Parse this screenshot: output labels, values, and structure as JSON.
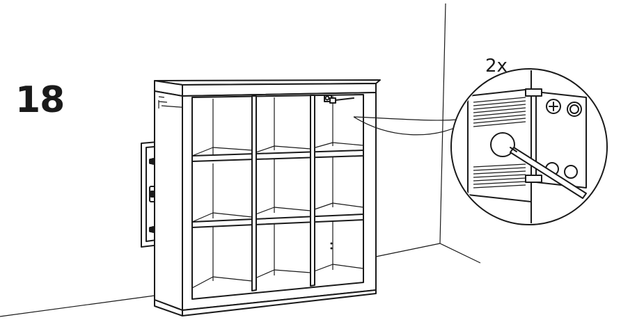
{
  "step": {
    "number": "18"
  },
  "detail": {
    "quantity": "2x"
  },
  "icons": {
    "shelf": "kallax-shelf-unit",
    "level": "spirit-level-tool",
    "wall": "room-wall-corner",
    "callout": "magnified-bracket-detail",
    "screwdriver": "screwdriver-tool",
    "bracket": "wall-anchor-bracket"
  }
}
